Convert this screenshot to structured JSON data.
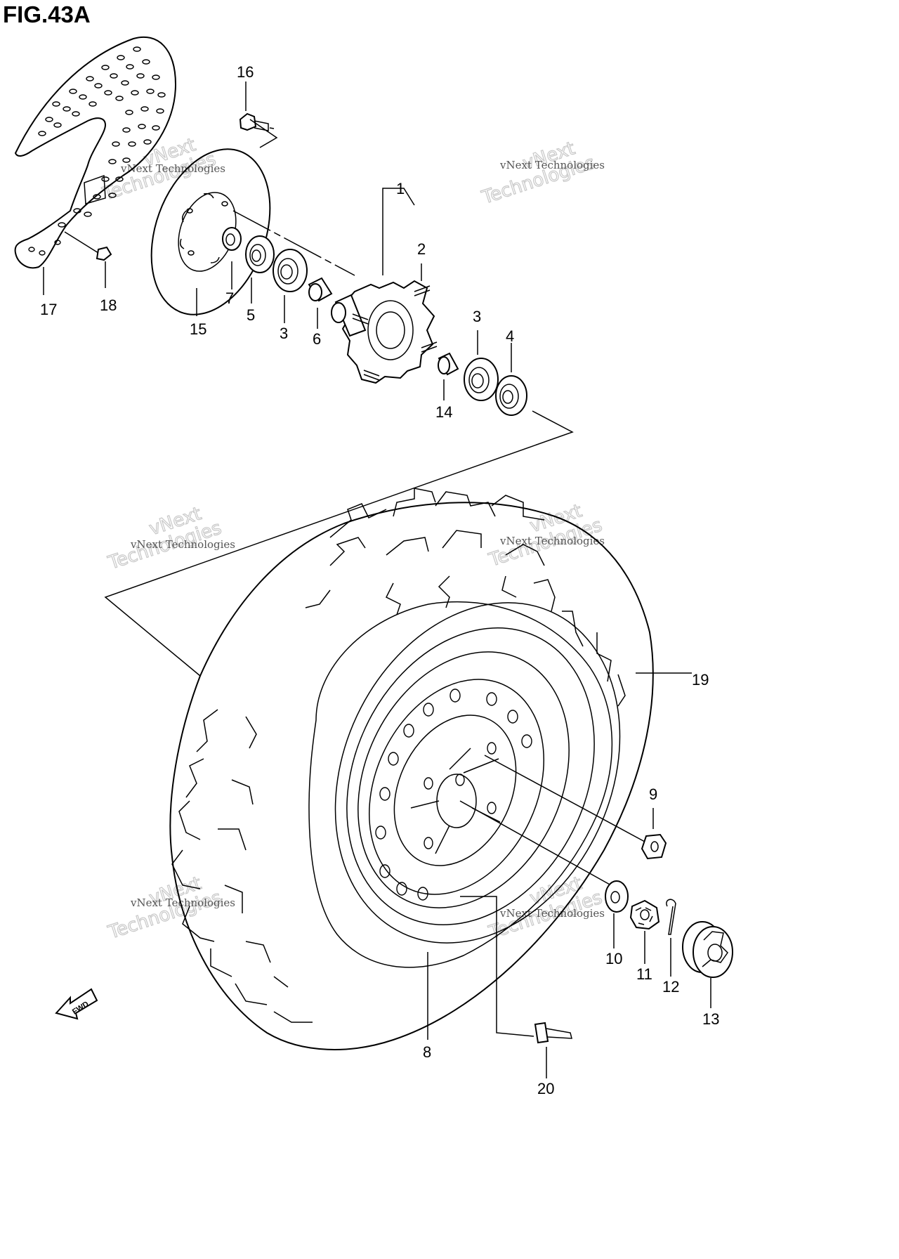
{
  "figure": {
    "title": "FIG.43A"
  },
  "watermark": {
    "line1": "vNext Technologies",
    "line2": "Technologies",
    "line3": "vNext"
  },
  "fwd_label": "FWD",
  "callouts": [
    "1",
    "2",
    "3",
    "3",
    "4",
    "5",
    "6",
    "7",
    "8",
    "9",
    "10",
    "11",
    "12",
    "13",
    "14",
    "15",
    "16",
    "17",
    "18",
    "19",
    "20"
  ],
  "parts": [
    {
      "no": "1",
      "icon": "hub-icon"
    },
    {
      "no": "2",
      "icon": "stud-bolt-icon"
    },
    {
      "no": "3",
      "icon": "bearing-icon"
    },
    {
      "no": "4",
      "icon": "oil-seal-icon"
    },
    {
      "no": "5",
      "icon": "oil-seal-icon"
    },
    {
      "no": "6",
      "icon": "spacer-icon"
    },
    {
      "no": "7",
      "icon": "collar-icon"
    },
    {
      "no": "8",
      "icon": "wheel-rim-icon"
    },
    {
      "no": "9",
      "icon": "wheel-nut-icon"
    },
    {
      "no": "10",
      "icon": "washer-icon"
    },
    {
      "no": "11",
      "icon": "castle-nut-icon"
    },
    {
      "no": "12",
      "icon": "cotter-pin-icon"
    },
    {
      "no": "13",
      "icon": "hub-cap-icon"
    },
    {
      "no": "14",
      "icon": "spacer-icon"
    },
    {
      "no": "15",
      "icon": "brake-disc-icon"
    },
    {
      "no": "16",
      "icon": "bolt-icon"
    },
    {
      "no": "17",
      "icon": "disc-cover-icon"
    },
    {
      "no": "18",
      "icon": "bolt-icon"
    },
    {
      "no": "19",
      "icon": "tire-icon"
    },
    {
      "no": "20",
      "icon": "valve-stem-icon"
    }
  ]
}
